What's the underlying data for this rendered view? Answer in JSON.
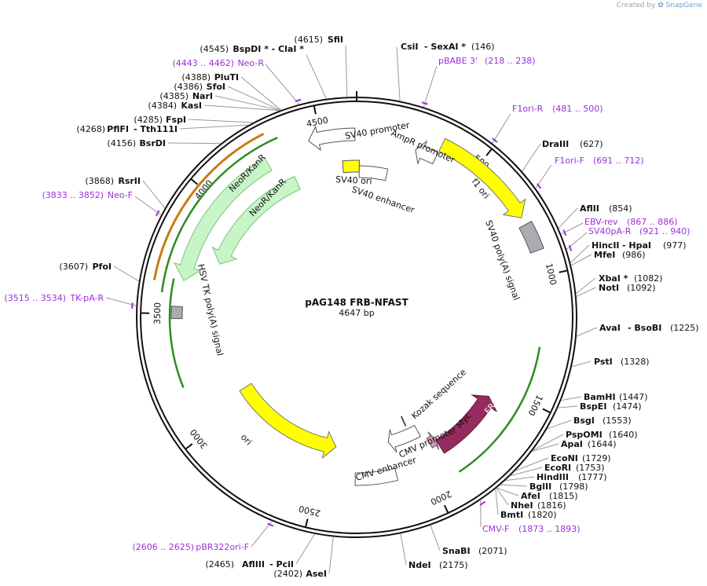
{
  "credit": {
    "prefix": "Created by",
    "brand": "SnapGene"
  },
  "plasmid": {
    "name": "pAG148 FRB-NFAST",
    "length": "4647 bp"
  },
  "ticks": [
    "500",
    "1000",
    "1500",
    "2000",
    "2500",
    "3000",
    "3500",
    "4000",
    "4500"
  ],
  "sites_right": [
    {
      "text": "CsiI",
      "bold": true
    },
    {
      "text": "- SexAI *",
      "bold": true
    },
    {
      "text": "(146)",
      "bold": false
    },
    {
      "text": "DraIII",
      "bold": true
    },
    {
      "text": "(627)",
      "bold": false
    },
    {
      "text": "AflII",
      "bold": true
    },
    {
      "text": "(854)",
      "bold": false
    },
    {
      "text": "HincII",
      "bold": true
    },
    {
      "text": "- HpaI",
      "bold": true
    },
    {
      "text": "(977)",
      "bold": false
    },
    {
      "text": "MfeI",
      "bold": true
    },
    {
      "text": "(986)",
      "bold": false
    },
    {
      "text": "XbaI *",
      "bold": true
    },
    {
      "text": "(1082)",
      "bold": false
    },
    {
      "text": "NotI",
      "bold": true
    },
    {
      "text": "(1092)",
      "bold": false
    },
    {
      "text": "AvaI",
      "bold": true
    },
    {
      "text": "- BsoBI",
      "bold": true
    },
    {
      "text": "(1225)",
      "bold": false
    },
    {
      "text": "PstI",
      "bold": true
    },
    {
      "text": "(1328)",
      "bold": false
    },
    {
      "text": "BamHI",
      "bold": true
    },
    {
      "text": "(1447)",
      "bold": false
    },
    {
      "text": "BspEI",
      "bold": true
    },
    {
      "text": "(1474)",
      "bold": false
    },
    {
      "text": "BsgI",
      "bold": true
    },
    {
      "text": "(1553)",
      "bold": false
    },
    {
      "text": "PspOMI",
      "bold": true
    },
    {
      "text": "(1640)",
      "bold": false
    },
    {
      "text": "ApaI",
      "bold": true
    },
    {
      "text": "(1644)",
      "bold": false
    },
    {
      "text": "EcoNI",
      "bold": true
    },
    {
      "text": "(1729)",
      "bold": false
    },
    {
      "text": "EcoRI",
      "bold": true
    },
    {
      "text": "(1753)",
      "bold": false
    },
    {
      "text": "HindIII",
      "bold": true
    },
    {
      "text": "(1777)",
      "bold": false
    },
    {
      "text": "BglII",
      "bold": true
    },
    {
      "text": "(1798)",
      "bold": false
    },
    {
      "text": "AfeI",
      "bold": true
    },
    {
      "text": "(1815)",
      "bold": false
    },
    {
      "text": "NheI",
      "bold": true
    },
    {
      "text": "(1816)",
      "bold": false
    },
    {
      "text": "BmtI",
      "bold": true
    },
    {
      "text": "(1820)",
      "bold": false
    },
    {
      "text": "SnaBI",
      "bold": true
    },
    {
      "text": "(2071)",
      "bold": false
    },
    {
      "text": "NdeI",
      "bold": true
    },
    {
      "text": "(2175)",
      "bold": false
    }
  ],
  "sites_left": [
    {
      "text": "(4615)",
      "bold": false
    },
    {
      "text": "SfiI",
      "bold": true
    },
    {
      "text": "(4545)",
      "bold": false
    },
    {
      "text": "BspDI *",
      "bold": true
    },
    {
      "text": "- ClaI *",
      "bold": true
    },
    {
      "text": "(4388)",
      "bold": false
    },
    {
      "text": "PluTI",
      "bold": true
    },
    {
      "text": "(4386)",
      "bold": false
    },
    {
      "text": "SfoI",
      "bold": true
    },
    {
      "text": "(4385)",
      "bold": false
    },
    {
      "text": "NarI",
      "bold": true
    },
    {
      "text": "(4384)",
      "bold": false
    },
    {
      "text": "KasI",
      "bold": true
    },
    {
      "text": "(4285)",
      "bold": false
    },
    {
      "text": "FspI",
      "bold": true
    },
    {
      "text": "(4268)",
      "bold": false
    },
    {
      "text": "PflFI",
      "bold": true
    },
    {
      "text": "- Tth111I",
      "bold": true
    },
    {
      "text": "(4156)",
      "bold": false
    },
    {
      "text": "BsrDI",
      "bold": true
    },
    {
      "text": "(3868)",
      "bold": false
    },
    {
      "text": "RsrII",
      "bold": true
    },
    {
      "text": "(3607)",
      "bold": false
    },
    {
      "text": "PfoI",
      "bold": true
    },
    {
      "text": "(2465)",
      "bold": false
    },
    {
      "text": "AflIII",
      "bold": true
    },
    {
      "text": "- PciI",
      "bold": true
    },
    {
      "text": "(2402)",
      "bold": false
    },
    {
      "text": "AseI",
      "bold": true
    }
  ],
  "primers": [
    {
      "name": "Neo-R",
      "range": "(4443 .. 4462)"
    },
    {
      "name": "pBABE 3'",
      "range": "(218 .. 238)"
    },
    {
      "name": "F1ori-R",
      "range": "(481 .. 500)"
    },
    {
      "name": "F1ori-F",
      "range": "(691 .. 712)"
    },
    {
      "name": "EBV-rev",
      "range": "(867 .. 886)"
    },
    {
      "name": "SV40pA-R",
      "range": "(921 .. 940)"
    },
    {
      "name": "Neo-F",
      "range": "(3833 .. 3852)"
    },
    {
      "name": "TK-pA-R",
      "range": "(3515 .. 3534)"
    },
    {
      "name": "CMV-F",
      "range": "(1873 .. 1893)"
    },
    {
      "name": "pBR322ori-F",
      "range": "(2606 .. 2625)"
    }
  ],
  "features": [
    {
      "name": "SV40 promoter"
    },
    {
      "name": "AmpR promoter"
    },
    {
      "name": "f1 ori"
    },
    {
      "name": "SV40 poly(A) signal"
    },
    {
      "name": "NeoR/KanR"
    },
    {
      "name": "NeoR/KanR"
    },
    {
      "name": "SV40 ori"
    },
    {
      "name": "SV40 enhancer"
    },
    {
      "name": "HSV TK poly(A) signal"
    },
    {
      "name": "ori"
    },
    {
      "name": "CMV enhancer"
    },
    {
      "name": "CMV promoter"
    },
    {
      "name": "Kozak sequence"
    },
    {
      "name": "Myc"
    },
    {
      "name": "FRB"
    }
  ],
  "colors": {
    "f1ori": "#ffff00",
    "ori": "#ffff00",
    "sv40ori": "#ffff00",
    "neo": "#c8f5c8",
    "frb": "#952b5f",
    "myc": "#d59aba",
    "polyA": "#a9adb1",
    "promoter": "#ffffff",
    "orf_green": "#2e8b22",
    "orf_orange": "#c97b10",
    "primer": "#9b30d9",
    "backbone": "#111111"
  }
}
